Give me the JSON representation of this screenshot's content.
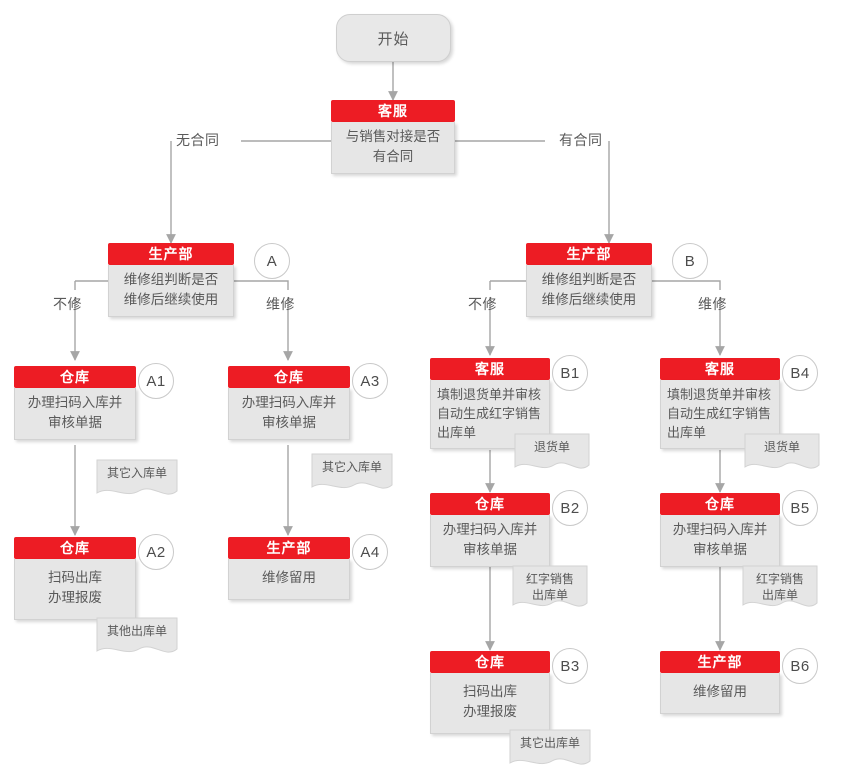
{
  "meta": {
    "title": "售后维修与退货入出库流程图",
    "colors": {
      "accent_red": "#ed1c24",
      "card_body_gray": "#e6e6e6",
      "text_gray": "#5a5a5a",
      "connector_gray": "#a6a6a6"
    }
  },
  "start": {
    "label": "开始"
  },
  "nodes": {
    "kefu_root": {
      "header": "客服",
      "body": "与销售对接是否\n有合同"
    },
    "A": {
      "header": "生产部",
      "body": "维修组判断是否\n维修后继续使用",
      "tag": "A"
    },
    "B": {
      "header": "生产部",
      "body": "维修组判断是否\n维修后继续使用",
      "tag": "B"
    },
    "A1": {
      "header": "仓库",
      "body": "办理扫码入库并\n审核单据",
      "tag": "A1"
    },
    "A2": {
      "header": "仓库",
      "body": "扫码出库\n办理报废",
      "tag": "A2"
    },
    "A3": {
      "header": "仓库",
      "body": "办理扫码入库并\n审核单据",
      "tag": "A3"
    },
    "A4": {
      "header": "生产部",
      "body": "维修留用",
      "tag": "A4"
    },
    "B1": {
      "header": "客服",
      "body": "填制退货单并审核\n自动生成红字销售\n出库单",
      "tag": "B1"
    },
    "B2": {
      "header": "仓库",
      "body": "办理扫码入库并\n审核单据",
      "tag": "B2"
    },
    "B3": {
      "header": "仓库",
      "body": "扫码出库\n办理报废",
      "tag": "B3"
    },
    "B4": {
      "header": "客服",
      "body": "填制退货单并审核\n自动生成红字销售\n出库单",
      "tag": "B4"
    },
    "B5": {
      "header": "仓库",
      "body": "办理扫码入库并\n审核单据",
      "tag": "B5"
    },
    "B6": {
      "header": "生产部",
      "body": "维修留用",
      "tag": "B6"
    }
  },
  "documents": {
    "doc_a1": {
      "label": "其它入库单"
    },
    "doc_a2": {
      "label": "其他出库单"
    },
    "doc_a3": {
      "label": "其它入库单"
    },
    "doc_b1": {
      "label": "退货单"
    },
    "doc_b2": {
      "label": "红字销售\n出库单"
    },
    "doc_b3": {
      "label": "其它出库单"
    },
    "doc_b4": {
      "label": "退货单"
    },
    "doc_b5": {
      "label": "红字销售\n出库单"
    }
  },
  "edge_labels": {
    "no_contract": "无合同",
    "has_contract": "有合同",
    "a_no_repair": "不修",
    "a_repair": "维修",
    "b_no_repair": "不修",
    "b_repair": "维修"
  }
}
